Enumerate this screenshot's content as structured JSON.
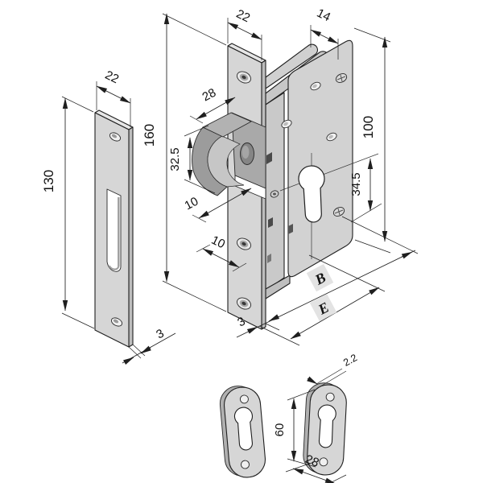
{
  "colors": {
    "background": "#ffffff",
    "outline": "#1f1f1f",
    "metal_light": "#d6d6d6",
    "metal_top": "#e6e6e6",
    "metal_edge": "#bdbdbd",
    "metal_medium": "#b2b2b2",
    "metal_dark": "#9c9c9c",
    "label_chip": "#e3e3e3"
  },
  "dimensions": {
    "strike_plate": {
      "width": "22",
      "height": "130",
      "thickness": "3"
    },
    "lock_body": {
      "faceplate_width": "22",
      "case_width": "14",
      "hook_reach": "28",
      "faceplate_height": "160",
      "case_height": "100",
      "hook_height": "32.5",
      "hook_clearance": "10",
      "edge_offset": "10",
      "cylinder_offset": "34.5",
      "faceplate_thickness": "3",
      "backset_outer": "B",
      "backset": "E"
    },
    "escutcheon": {
      "thickness": "2.2",
      "height": "60",
      "width": "28"
    }
  }
}
